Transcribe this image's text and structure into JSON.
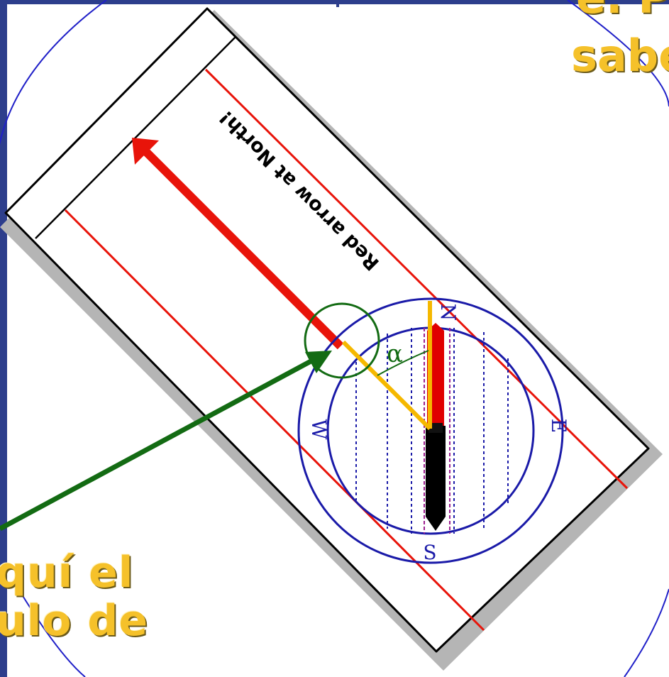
{
  "labels": {
    "compass_text": "Red arrow at North!",
    "alpha": "α",
    "north_mark": "N",
    "south_mark": "S",
    "east_mark": "E",
    "west_mark": "W",
    "callout_line1": "quí el",
    "callout_line2": "ulo de",
    "callout_line3": "",
    "top_fragment1": "e. P",
    "top_fragment2": "sabe"
  },
  "colors": {
    "slide_border": "#2d3e8c",
    "background": "#ffffff",
    "red_line": "#e8140a",
    "compass_blue": "#1a1aa8",
    "angle_line": "#f5b800",
    "pointer_arrow": "#136b13",
    "callout_text": "#f5c12a"
  },
  "icons": {
    "needle": "compass-needle",
    "arrow": "red-arrow",
    "pointer": "green-pointer-arrow"
  }
}
